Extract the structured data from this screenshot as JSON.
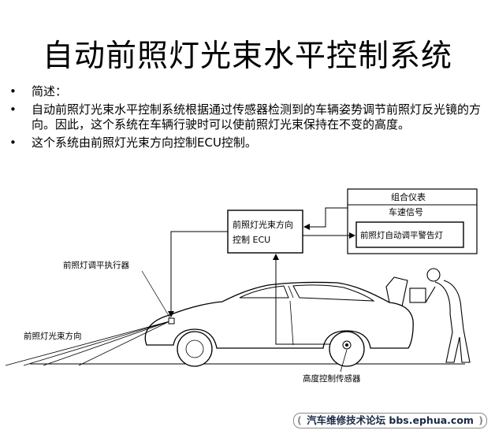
{
  "title": "自动前照灯光束水平控制系统",
  "bullets": [
    "简述：",
    "自动前照灯光束水平控制系统根据通过传感器检测到的车辆姿势调节前照灯反光镜的方向。因此，这个系统在车辆行驶时可以使前照灯光束保持在不变的高度。",
    "这个系统由前照灯光束方向控制ECU控制。"
  ],
  "bullet_symbol": "•",
  "diagram": {
    "ecu_line1": "前照灯光束方向",
    "ecu_line2": "控制 ECU",
    "combo_meter": "组合仪表",
    "speed_signal": "车速信号",
    "warning_lamp": "前照灯自动调平警告灯",
    "actuator": "前照灯调平执行器",
    "beam_direction": "前照灯光束方向",
    "height_sensor": "高度控制传感器"
  },
  "footer": {
    "text": "汽车维修技术论坛 bbs.ephua.com",
    "left_mark": "(",
    "right_mark": ")"
  }
}
